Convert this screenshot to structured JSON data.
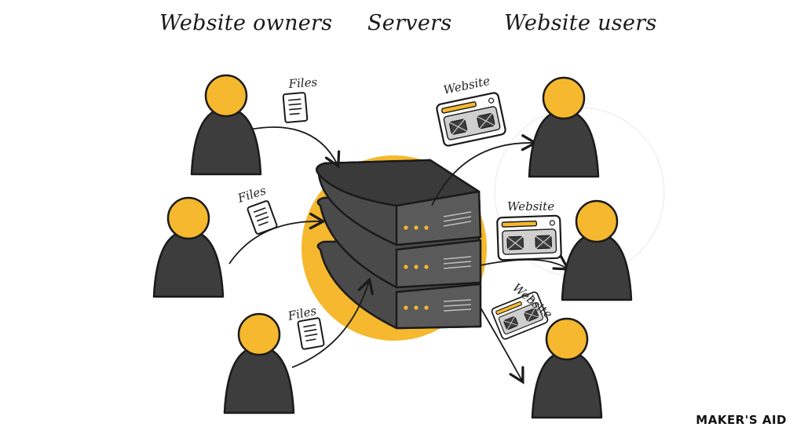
{
  "headings": {
    "owners": "Website owners",
    "servers": "Servers",
    "users": "Website users"
  },
  "labels": {
    "files_top": "Files",
    "files_mid": "Files",
    "files_bottom": "Files",
    "website_top": "Website",
    "website_mid": "Website",
    "website_bottom": "Website"
  },
  "brand": "MAKER'S AID",
  "colors": {
    "accent": "#f5b82e",
    "person_body": "#3d3d3d",
    "server": "#4a4a4a",
    "ink": "#1a1a1a"
  },
  "icons": {
    "person": "person-icon",
    "server": "server-stack-icon",
    "file": "document-icon",
    "website": "browser-window-icon"
  }
}
